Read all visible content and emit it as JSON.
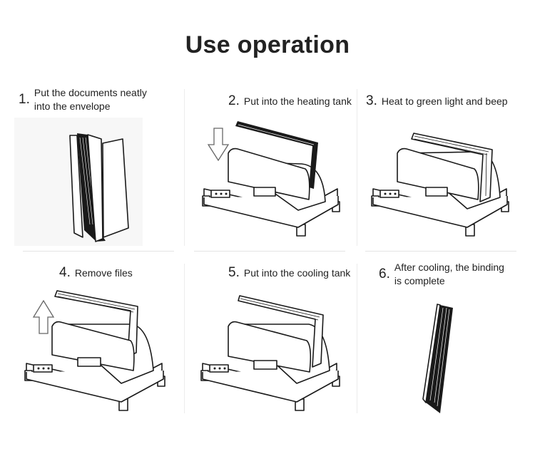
{
  "title": "Use operation",
  "steps": [
    {
      "num": "1.",
      "text": "Put the documents neatly into the envelope"
    },
    {
      "num": "2.",
      "text": "Put into the heating tank"
    },
    {
      "num": "3.",
      "text": "Heat to green light and beep"
    },
    {
      "num": "4.",
      "text": "Remove files"
    },
    {
      "num": "5.",
      "text": "Put into the cooling tank"
    },
    {
      "num": "6.",
      "text": "After cooling, the binding is complete"
    }
  ],
  "icons": [
    "envelope-icon",
    "down-arrow-icon",
    "binding-machine-icon",
    "up-arrow-icon",
    "bound-book-icon"
  ]
}
